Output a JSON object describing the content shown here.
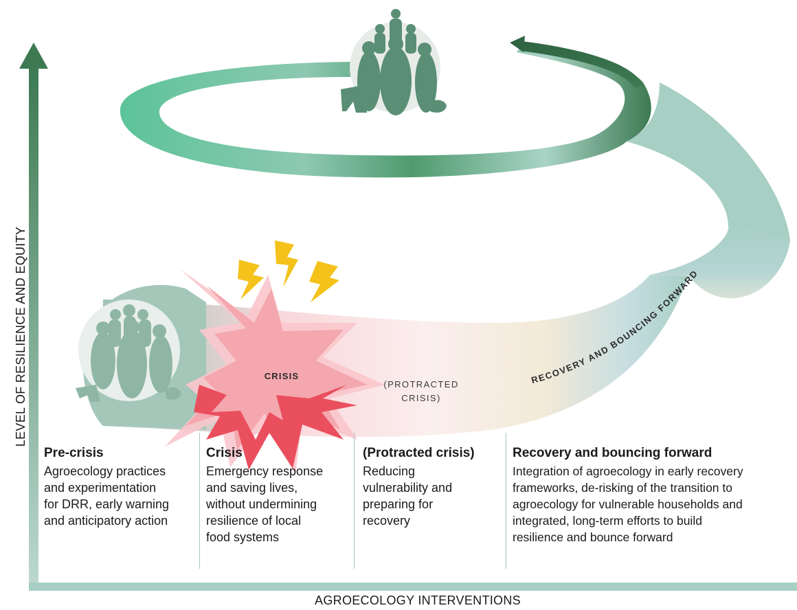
{
  "axes": {
    "y_label": "LEVEL OF RESILIENCE AND EQUITY",
    "x_label": "AGROECOLOGY INTERVENTIONS"
  },
  "spiral": {
    "crisis_label": "CRISIS",
    "protracted_label_line1": "(PROTRACTED",
    "protracted_label_line2": "CRISIS)",
    "recovery_label": "RECOVERY AND BOUNCING FORWARD"
  },
  "phases": [
    {
      "title": "Pre-crisis",
      "lines": [
        "Agroecology practices",
        "and experimentation",
        "for DRR, early warning",
        "and anticipatory action"
      ]
    },
    {
      "title": "Crisis",
      "lines": [
        "Emergency response",
        "and saving lives,",
        "without undermining",
        "resilience of local",
        "food systems"
      ]
    },
    {
      "title": "(Protracted crisis)",
      "lines": [
        "Reducing",
        "vulnerability and",
        "preparing for",
        "recovery"
      ]
    },
    {
      "title": "Recovery and bouncing forward",
      "lines": [
        "Integration of agroecology in early recovery",
        "frameworks, de-risking of the transition to",
        "agroecology for vulnerable households and",
        "integrated, long-term efforts to build",
        "resilience and bounce forward"
      ]
    }
  ],
  "colors": {
    "dark_green": "#3d7a52",
    "light_green": "#5cc498",
    "teal_pale": "#a7cfc4",
    "crisis_pink": "#f4a7ae",
    "crisis_red": "#ea4f5d",
    "bolt_yellow": "#f4c21b",
    "community_gray": "#6b9c86"
  },
  "icons": [
    "community-icon",
    "lightning-bolt-icon",
    "goat-icon",
    "chicken-icon"
  ]
}
